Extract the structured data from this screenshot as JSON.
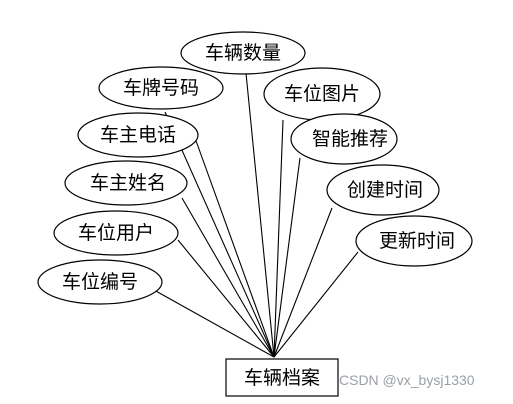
{
  "entity": {
    "label": "车辆档案"
  },
  "attributes": [
    {
      "id": "vehicle-count",
      "label": "车辆数量"
    },
    {
      "id": "plate-number",
      "label": "车牌号码"
    },
    {
      "id": "spot-image",
      "label": "车位图片"
    },
    {
      "id": "owner-phone",
      "label": "车主电话"
    },
    {
      "id": "smart-recommend",
      "label": "智能推荐"
    },
    {
      "id": "owner-name",
      "label": "车主姓名"
    },
    {
      "id": "created-time",
      "label": "创建时间"
    },
    {
      "id": "spot-user",
      "label": "车位用户"
    },
    {
      "id": "updated-time",
      "label": "更新时间"
    },
    {
      "id": "spot-number",
      "label": "车位编号"
    }
  ],
  "watermark": "CSDN @vx_bysj1330"
}
